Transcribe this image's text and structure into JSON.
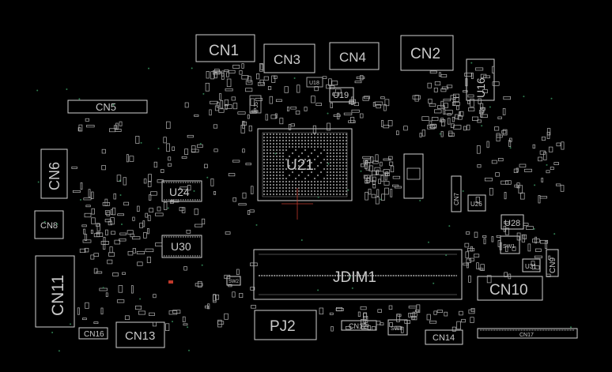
{
  "labels": {
    "cn1": "CN1",
    "cn2": "CN2",
    "cn3": "CN3",
    "cn4": "CN4",
    "cn5": "CN5",
    "cn6": "CN6",
    "cn7": "CN7",
    "cn8": "CN8",
    "cn9": "CN9",
    "cn10": "CN10",
    "cn11": "CN11",
    "cn12": "CN12",
    "cn13": "CN13",
    "cn14": "CN14",
    "cn16": "CN16",
    "cn17": "CN17",
    "u16": "U16",
    "u18": "U18",
    "u19": "U19",
    "u21": "U21",
    "u24": "U24",
    "u26": "U26",
    "u28": "U28",
    "u30": "U30",
    "u31": "U31",
    "pj2": "PJ2",
    "pj5": "PJ5",
    "jdim1": "JDIM1",
    "sw1": "SW1",
    "sw2": "SW2",
    "sw3": "SW3"
  },
  "colors": {
    "background": "#000000",
    "outline": "#cfcfcf",
    "label": "#c9c9c9",
    "via": "#2e7d4f",
    "marker": "#c0392b"
  }
}
